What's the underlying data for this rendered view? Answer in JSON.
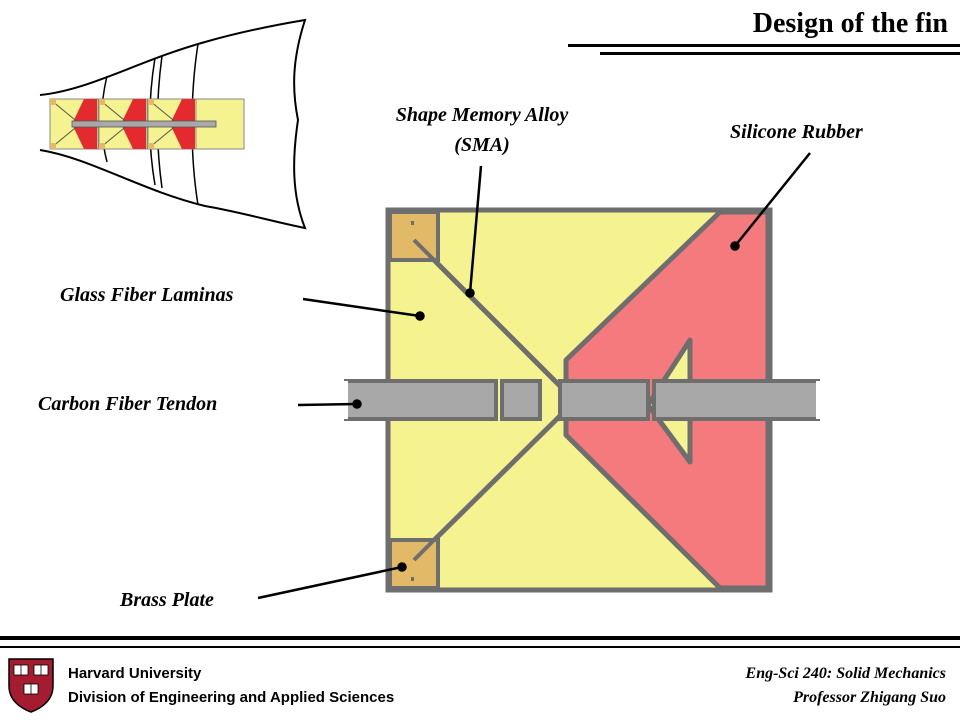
{
  "header": {
    "title": "Design of the fin"
  },
  "labels": {
    "sma_line1": "Shape Memory Alloy",
    "sma_line2": "(SMA)",
    "silicone": "Silicone Rubber",
    "glass": "Glass Fiber Laminas",
    "carbon": "Carbon Fiber Tendon",
    "brass": "Brass Plate"
  },
  "footer": {
    "institution": "Harvard University",
    "division": "Division of Engineering and Applied Sciences",
    "course": "Eng-Sci 240: Solid Mechanics",
    "professor": "Professor Zhigang Suo"
  },
  "colors": {
    "glass_fiber": "#f5f290",
    "silicone": "#f47a7d",
    "brass": "#e2b967",
    "tendon": "#a8a8a8",
    "outline": "#6e6e6e",
    "crimson": "#a51c30"
  }
}
